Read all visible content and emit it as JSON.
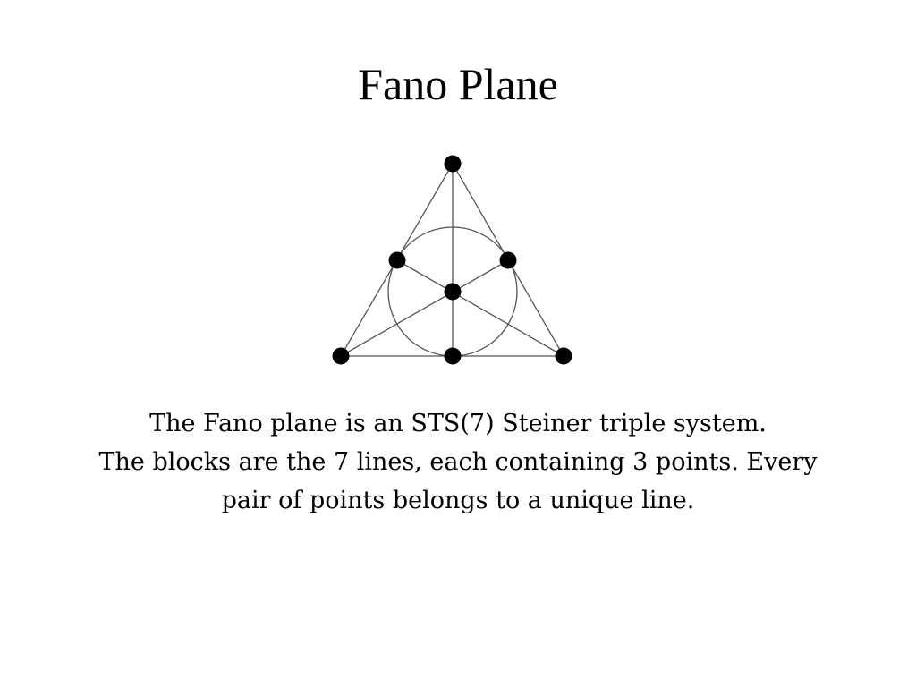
{
  "slide": {
    "title": "Fano Plane",
    "caption_lines": [
      "The Fano plane is an STS(7) Steiner triple system.",
      "The blocks are the 7 lines, each containing 3 points. Every",
      "pair of points belongs to a unique line."
    ]
  },
  "diagram": {
    "points": [
      "top",
      "left-mid",
      "right-mid",
      "center",
      "bottom-left",
      "bottom-mid",
      "bottom-right"
    ],
    "lines": [
      [
        "top",
        "left-mid",
        "bottom-left"
      ],
      [
        "top",
        "right-mid",
        "bottom-right"
      ],
      [
        "bottom-left",
        "bottom-mid",
        "bottom-right"
      ],
      [
        "top",
        "center",
        "bottom-mid"
      ],
      [
        "bottom-left",
        "center",
        "right-mid"
      ],
      [
        "bottom-right",
        "center",
        "left-mid"
      ],
      [
        "left-mid",
        "right-mid",
        "bottom-mid"
      ]
    ],
    "colors": {
      "stroke": "#555555",
      "point": "#000000"
    }
  }
}
